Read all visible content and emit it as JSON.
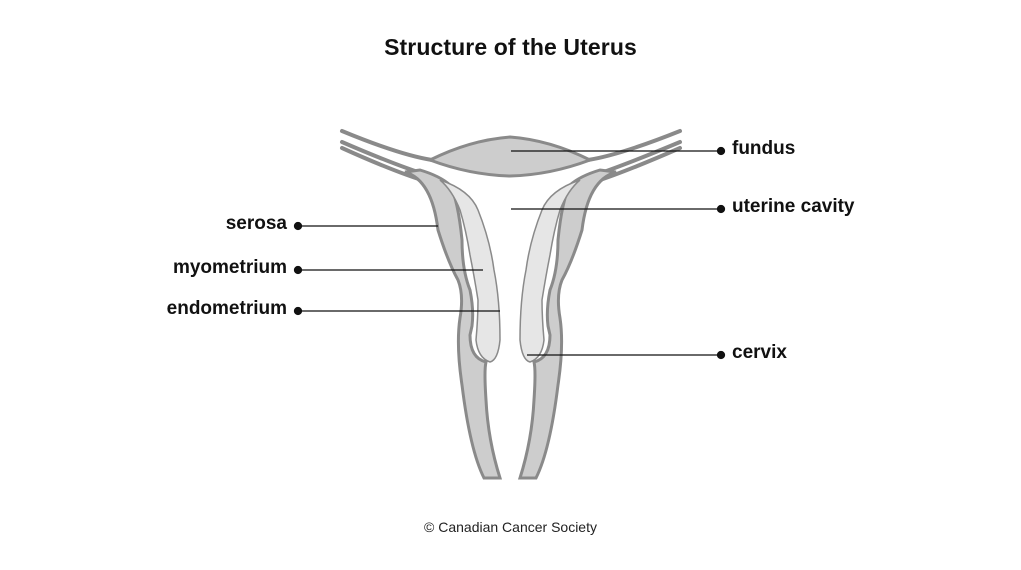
{
  "title": "Structure of the Uterus",
  "labels": {
    "fundus": "fundus",
    "uterine_cavity": "uterine cavity",
    "serosa": "serosa",
    "myometrium": "myometrium",
    "endometrium": "endometrium",
    "cervix": "cervix"
  },
  "credit": "© Canadian Cancer Society",
  "colors": {
    "outline": "#8a8a8a",
    "tissue": "#cdcdcd",
    "lining": "#e6e6e6",
    "leader": "#111111"
  }
}
